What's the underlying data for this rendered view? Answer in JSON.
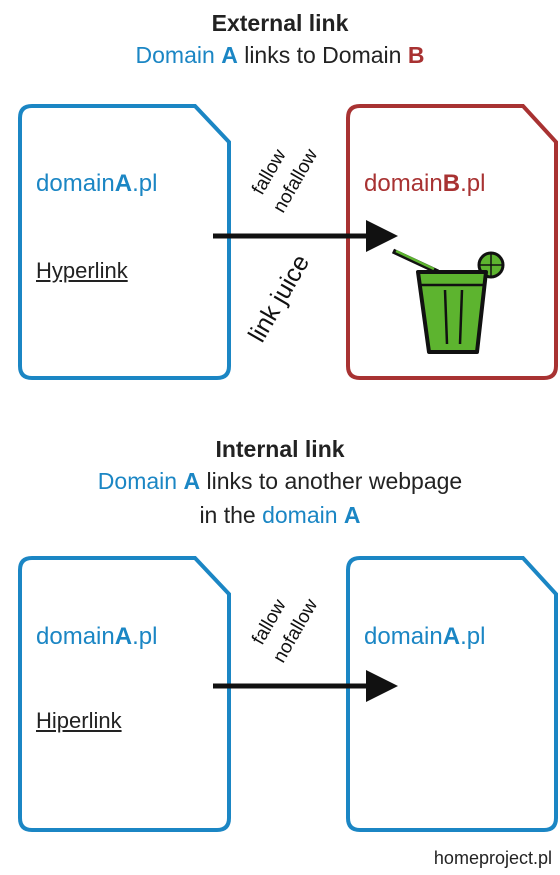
{
  "external": {
    "title": "External link",
    "subtitle": {
      "part1": "Domain ",
      "a": "A",
      "part2": " links to Domain ",
      "b": "B"
    },
    "source_doc": {
      "domain_prefix": "domain",
      "domain_letter": "A",
      "domain_suffix": ".pl",
      "link_text": "Hyperlink"
    },
    "target_doc": {
      "domain_prefix": "domain",
      "domain_letter": "B",
      "domain_suffix": ".pl"
    },
    "arrow_labels": {
      "fallow": "fallow",
      "nofallow": "nofallow",
      "juice": "link juice"
    },
    "icon": "juice-glass-icon"
  },
  "internal": {
    "title": "Internal link",
    "subtitle_line1": {
      "part1": "Domain ",
      "a": "A",
      "part2": " links to another webpage"
    },
    "subtitle_line2": {
      "part1": "in the ",
      "domain": "domain",
      "a": "A"
    },
    "source_doc": {
      "domain_prefix": "domain",
      "domain_letter": "A",
      "domain_suffix": ".pl",
      "link_text": "Hiperlink"
    },
    "target_doc": {
      "domain_prefix": "domain",
      "domain_letter": "A",
      "domain_suffix": ".pl"
    },
    "arrow_labels": {
      "fallow": "fallow",
      "nofallow": "nofallow"
    }
  },
  "credit": "homeproject.pl",
  "colors": {
    "blue": "#1b86c4",
    "red": "#a83232",
    "green": "#5db42f",
    "dark": "#111111"
  }
}
